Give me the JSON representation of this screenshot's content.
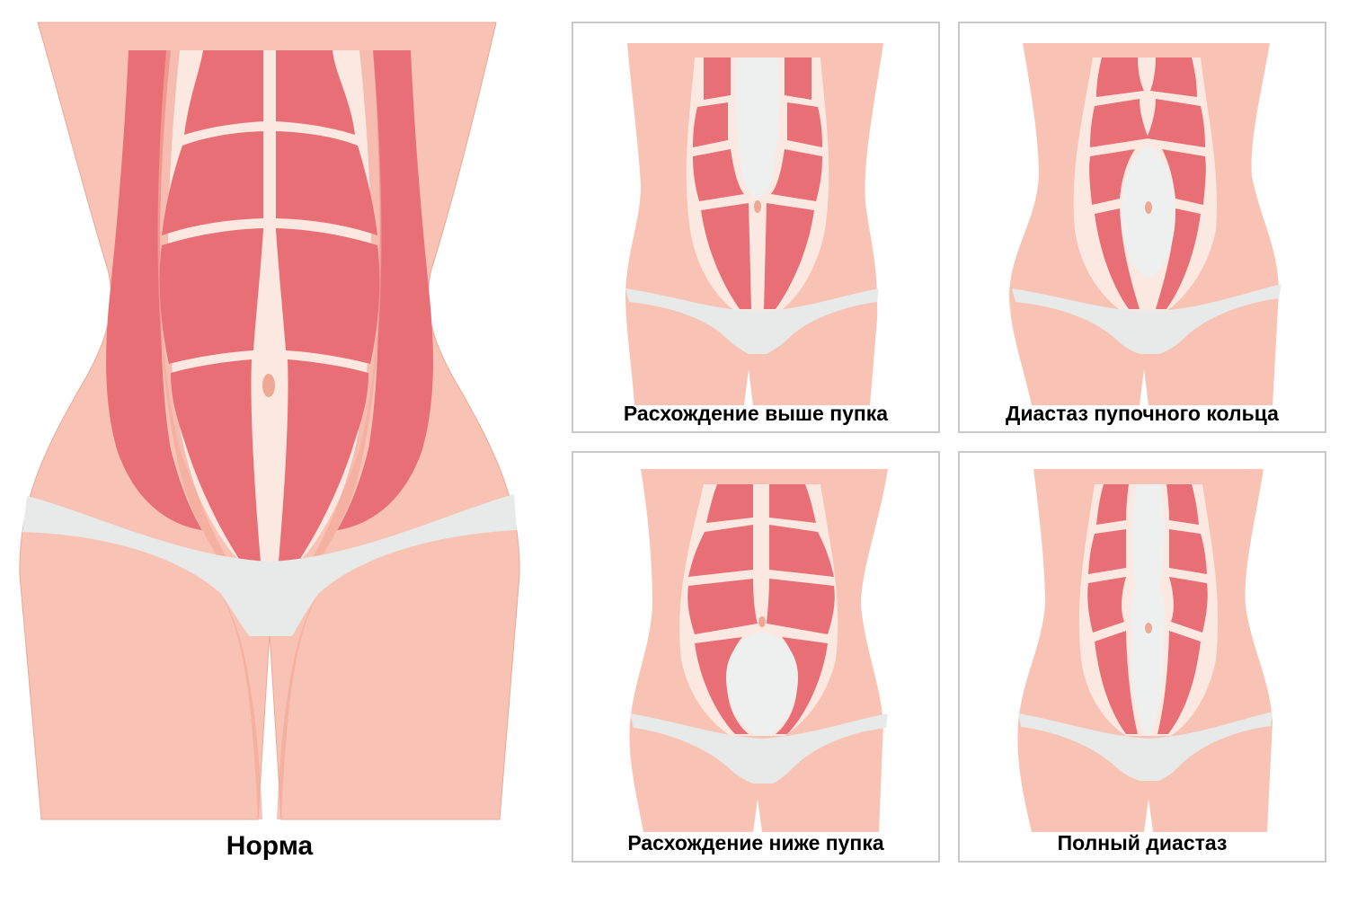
{
  "colors": {
    "skin": "#f8c3b5",
    "skin_shadow": "#f2a99a",
    "muscle": "#e96f76",
    "fascia": "#fbe8e0",
    "underwear": "#e8e9e9",
    "diastasis": "#eef0f0",
    "navel": "#eea896",
    "panel_border": "#c8c8c8",
    "text": "#000000"
  },
  "main": {
    "label": "Норма"
  },
  "panels": [
    {
      "id": "above-navel",
      "label": "Расхождение выше пупка"
    },
    {
      "id": "umbilical-ring",
      "label": "Диастаз пупочного кольца"
    },
    {
      "id": "below-navel",
      "label": "Расхождение ниже пупка"
    },
    {
      "id": "full",
      "label": "Полный диастаз"
    }
  ]
}
